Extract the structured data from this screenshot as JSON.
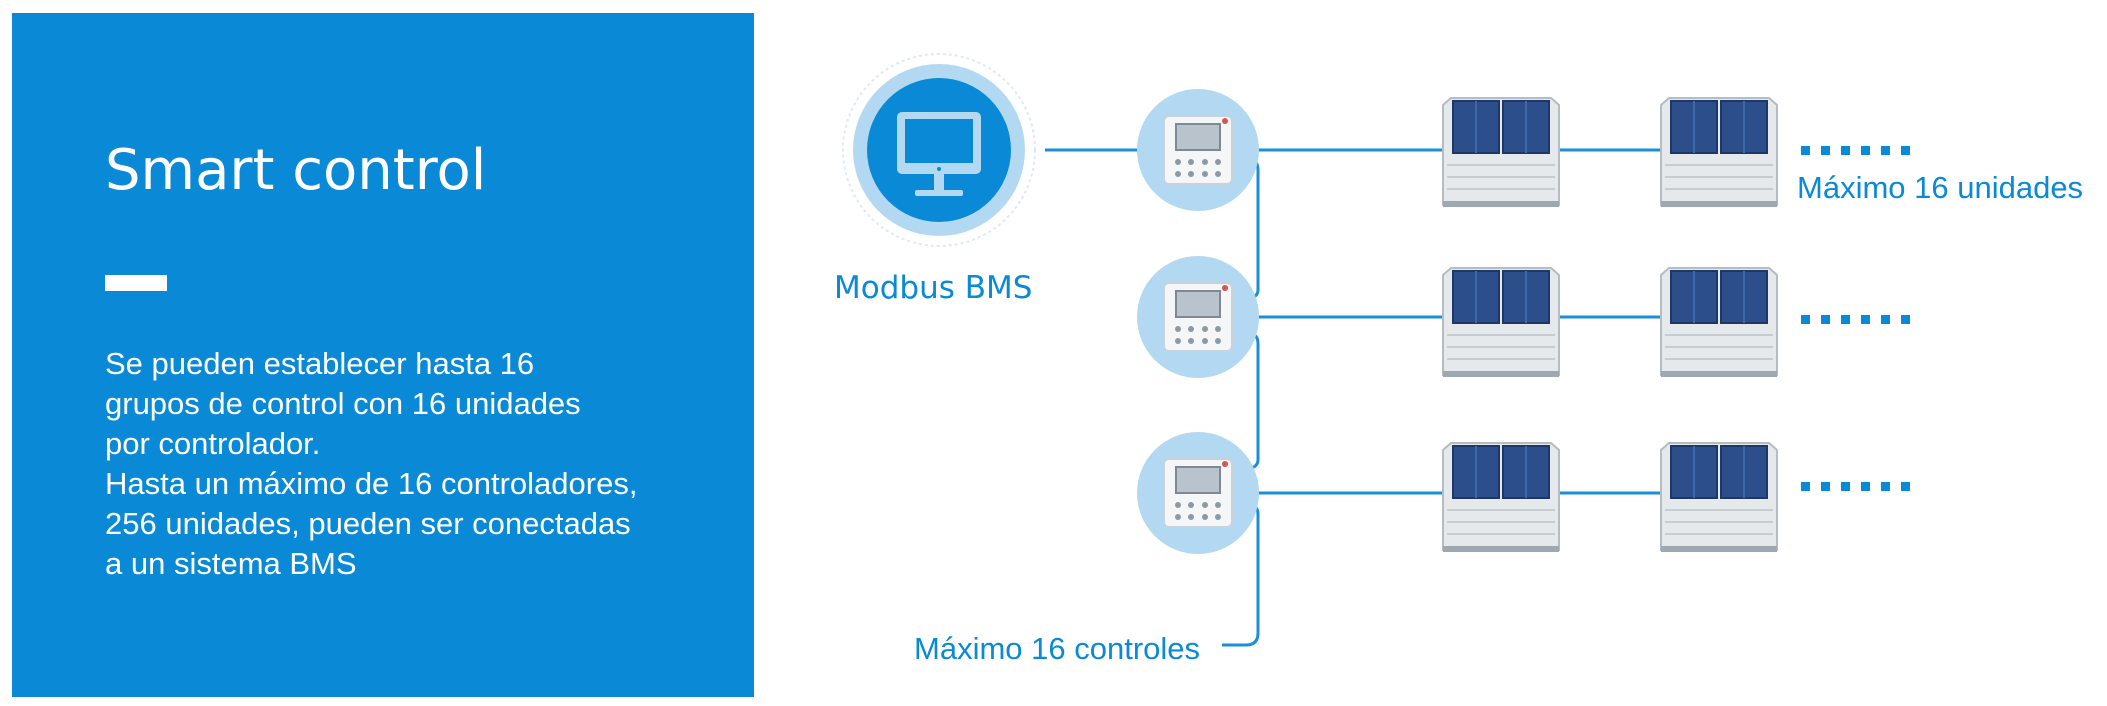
{
  "panel": {
    "title": "Smart control",
    "description_lines": [
      "Se pueden establecer hasta 16",
      "grupos de control con 16 unidades",
      "por controlador.",
      "Hasta un máximo de 16 controladores,",
      "256 unidades, pueden ser conectadas",
      "a un sistema BMS"
    ]
  },
  "diagram": {
    "bms_label": "Modbus BMS",
    "max_units_label": "Máximo 16 unidades",
    "max_controls_label": "Máximo 16 controles",
    "bms_icon": "monitor-icon",
    "controller_icon": "wall-controller-icon",
    "unit_icon": "outdoor-unit-icon",
    "continuation_icon": "dotted-continuation-icon"
  },
  "colors": {
    "panel_bg": "#0a8ad6",
    "accent": "#0a8ad6",
    "circle_light": "#b3d9f2",
    "line": "#1a8fd6"
  }
}
